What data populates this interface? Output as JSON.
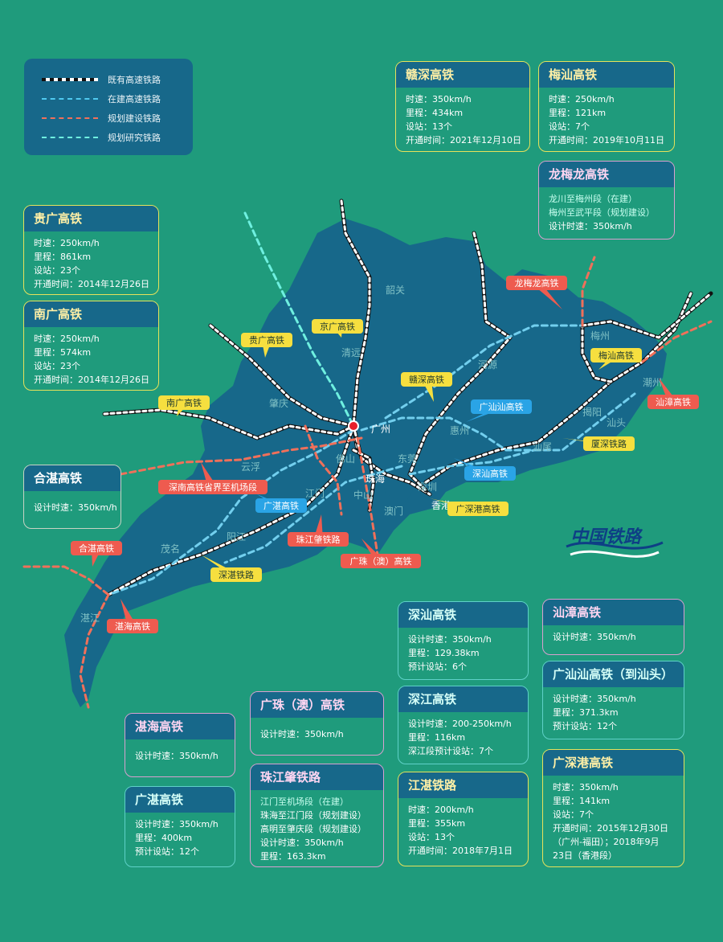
{
  "legend": {
    "items": [
      {
        "label": "既有高速铁路",
        "color": "#111111",
        "style": "existing"
      },
      {
        "label": "在建高速铁路",
        "color": "#4fc9ef",
        "style": "building"
      },
      {
        "label": "规划建设铁路",
        "color": "#f0705a",
        "style": "planned"
      },
      {
        "label": "规划研究铁路",
        "color": "#6ff0e0",
        "style": "study"
      }
    ]
  },
  "cards": {
    "ganshen": {
      "title": "赣深高铁",
      "lines": [
        "时速：350km/h",
        "里程：434km",
        "设站：13个",
        "开通时间：2021年12月10日"
      ]
    },
    "meishan": {
      "title": "梅汕高铁",
      "lines": [
        "时速：250km/h",
        "里程：121km",
        "设站：7个",
        "开通时间：2019年10月11日"
      ]
    },
    "longmeilong": {
      "title": "龙梅龙高铁",
      "lines": [
        "龙川至梅州段（在建）",
        "梅州至武平段（规划建设）",
        "设计时速：350km/h"
      ]
    },
    "guiguang": {
      "title": "贵广高铁",
      "lines": [
        "时速：250km/h",
        "里程：861km",
        "设站：23个",
        "开通时间：2014年12月26日"
      ]
    },
    "nanguang": {
      "title": "南广高铁",
      "lines": [
        "时速：250km/h",
        "里程：574km",
        "设站：23个",
        "开通时间：2014年12月26日"
      ]
    },
    "hezhan": {
      "title": "合湛高铁",
      "lines": [
        "设计时速：350km/h"
      ]
    },
    "shenshan": {
      "title": "深汕高铁",
      "lines": [
        "设计时速：350km/h",
        "里程：129.38km",
        "预计设站：6个"
      ]
    },
    "shanzhang": {
      "title": "汕漳高铁",
      "lines": [
        "设计时速：350km/h"
      ]
    },
    "guangshanshan": {
      "title": "广汕汕高铁（到汕头）",
      "lines": [
        "设计时速：350km/h",
        "里程：371.3km",
        "预计设站：12个"
      ]
    },
    "shenjiang": {
      "title": "深江高铁",
      "lines": [
        "设计时速：200-250km/h",
        "里程：116km",
        "深江段预计设站：7个"
      ]
    },
    "guangzhuao": {
      "title": "广珠（澳）高铁",
      "lines": [
        "设计时速：350km/h"
      ]
    },
    "zhanhai": {
      "title": "湛海高铁",
      "lines": [
        "设计时速：350km/h"
      ]
    },
    "guangzhan": {
      "title": "广湛高铁",
      "lines": [
        "设计时速：350km/h",
        "里程：400km",
        "预计设站：12个"
      ]
    },
    "zhujiangzhao": {
      "title": "珠江肇铁路",
      "lines": [
        "江门至机场段（在建）",
        "珠海至江门段（规划建设）",
        "高明至肇庆段（规划建设）",
        "设计时速：350km/h",
        "里程：163.3km"
      ]
    },
    "zhanjiang": {
      "title": "江湛铁路",
      "lines": [
        "时速：200km/h",
        "里程：355km",
        "设站：13个",
        "开通时间：2018年7月1日"
      ]
    },
    "guangshengang": {
      "title": "广深港高铁",
      "lines": [
        "时速：350km/h",
        "里程：141km",
        "设站：7个",
        "开通时间：2015年12月30日",
        "（广州-福田）；2018年9月",
        "23日（香港段）"
      ]
    }
  },
  "map": {
    "cities": [
      "韶关",
      "清远",
      "河源",
      "梅州",
      "潮州",
      "揭阳",
      "汕头",
      "汕尾",
      "惠州",
      "东莞",
      "深圳",
      "香港",
      "广州",
      "佛山",
      "肇庆",
      "云浮",
      "江门",
      "中山",
      "珠海",
      "澳门",
      "阳江",
      "茂名",
      "湛江"
    ],
    "line_labels": [
      "京广高铁",
      "贵广高铁",
      "南广高铁",
      "赣深高铁",
      "广汕汕高铁",
      "龙梅龙高铁",
      "梅汕高铁",
      "汕漳高铁",
      "厦深铁路",
      "深汕高铁",
      "广深港高铁",
      "深南高铁省界至机场段",
      "广湛高铁",
      "珠江肇铁路",
      "广珠（澳）高铁",
      "合湛高铁",
      "深湛铁路",
      "湛海高铁"
    ]
  },
  "logo": {
    "text": "中国铁路"
  },
  "colors": {
    "background": "#1f9b7c",
    "land": "#17688a",
    "accent_yellow": "#f6df3f",
    "accent_blue": "#2aa4e6",
    "accent_red": "#ee5b4f"
  }
}
